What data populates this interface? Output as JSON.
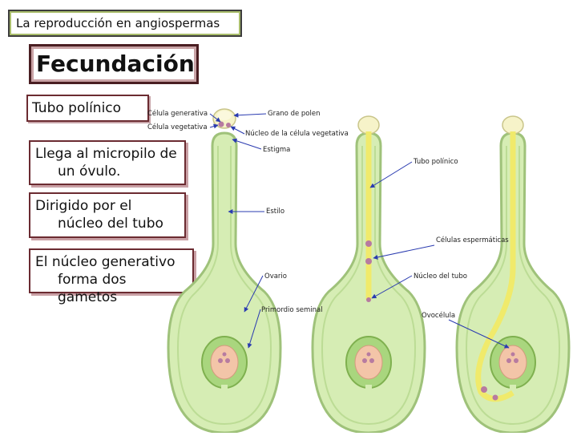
{
  "header": {
    "title": "La reproducción en angiospermas"
  },
  "main": {
    "heading": "Fecundación",
    "subtopic": "Tubo polínico",
    "bullets": [
      "Llega al micropilo de un óvulo.",
      "Dirigido por el núcleo del tubo",
      "El núcleo generativo forma dos gametos"
    ]
  },
  "diagram": {
    "labels": {
      "celula_generativa": "Célula generativa",
      "celula_vegetativa": "Célula vegetativa",
      "grano_de_polen": "Grano de polen",
      "nucleo_celula_vegetativa": "Núcleo de la célula vegetativa",
      "estigma": "Estigma",
      "tubo_polinico": "Tubo polínico",
      "estilo": "Estilo",
      "celulas_espermaticas": "Células espermáticas",
      "ovario": "Ovario",
      "nucleo_del_tubo": "Núcleo del tubo",
      "primordio_seminal": "Primordio seminal",
      "ovocelula": "Ovocélula"
    },
    "colors": {
      "pistil_fill": "#d6edb4",
      "pistil_stroke": "#9fc27a",
      "ovule_fill": "#a9d67e",
      "tube": "#f0ea6b",
      "nucleus": "#b77ba0",
      "embryo_sac": "#f3c5a8",
      "arrow": "#2a3bb0"
    }
  }
}
